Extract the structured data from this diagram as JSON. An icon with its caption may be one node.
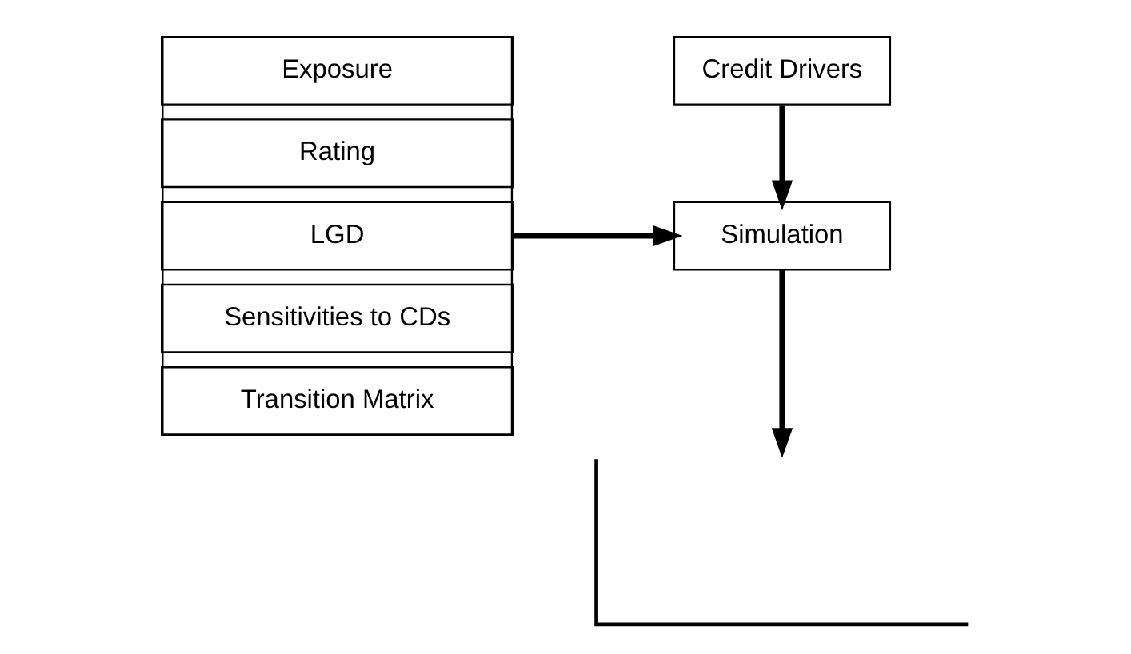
{
  "diagram": {
    "nodes": [
      {
        "text": [
          "Credit Drivers"
        ]
      },
      {
        "text": [],
        "shape": "box"
      },
      {
        "text": [
          "Exposure"
        ],
        "in": 1
      },
      {
        "text": [
          "Rating"
        ],
        "in": 1
      },
      {
        "text": [
          "LGD"
        ],
        "in": 1
      },
      {
        "text": [
          "Sensitivities to CDs"
        ],
        "in": 1
      },
      {
        "text": [
          "Transition Matrix"
        ],
        "in": 1
      },
      {
        "text": [
          "Simulation"
        ]
      },
      {
        "text": [],
        "shape": "chart"
      }
    ],
    "edges": [
      {
        "from": 0,
        "to": 7,
        "arrow": "to"
      },
      {
        "from": 1,
        "to": 7,
        "arrow": "to"
      },
      {
        "from": 7,
        "to": 8,
        "arrow": "to"
      }
    ]
  }
}
